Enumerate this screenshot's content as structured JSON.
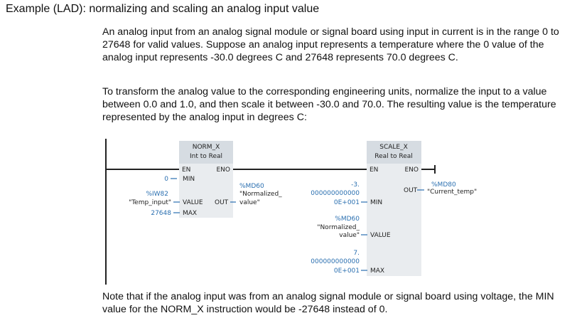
{
  "title": "Example (LAD): normalizing and scaling an analog input value",
  "paragraphs": [
    "An analog input from an analog signal module or signal board using input in current is in the range 0 to 27648 for valid values. Suppose an analog input represents a temperature where the 0 value of the analog input represents -30.0 degrees C and 27648 represents 70.0 degrees C.",
    "To transform the analog value to the corresponding engineering units, normalize the input to a value between 0.0 and 1.0, and then scale it between -30.0 and 70.0. The resulting value is the temperature represented by the analog input in degrees C:",
    "Note that if the analog input was from an analog signal module or signal board using voltage, the MIN value for the NORM_X instruction would be -27648 instead of 0."
  ],
  "norm_block": {
    "name": "NORM_X",
    "type": "Int to Real",
    "en": "EN",
    "eno": "ENO",
    "min_pin": "MIN",
    "value_pin": "VALUE",
    "max_pin": "MAX",
    "out_pin": "OUT",
    "min_const": "0",
    "value_addr": "%IW82",
    "value_tag": "\"Temp_input\"",
    "max_const": "27648",
    "out_addr": "%MD60",
    "out_tag_1": "\"Normalized_",
    "out_tag_2": "value\""
  },
  "scale_block": {
    "name": "SCALE_X",
    "type": "Real to Real",
    "en": "EN",
    "eno": "ENO",
    "min_pin": "MIN",
    "value_pin": "VALUE",
    "max_pin": "MAX",
    "out_pin": "OUT",
    "min_const_1": "-3.",
    "min_const_2": "000000000000",
    "min_const_3": "0E+001",
    "value_addr": "%MD60",
    "value_tag_1": "\"Normalized_",
    "value_tag_2": "value\"",
    "max_const_1": "7.",
    "max_const_2": "000000000000",
    "max_const_3": "0E+001",
    "out_addr": "%MD80",
    "out_tag": "\"Current_temp\""
  }
}
